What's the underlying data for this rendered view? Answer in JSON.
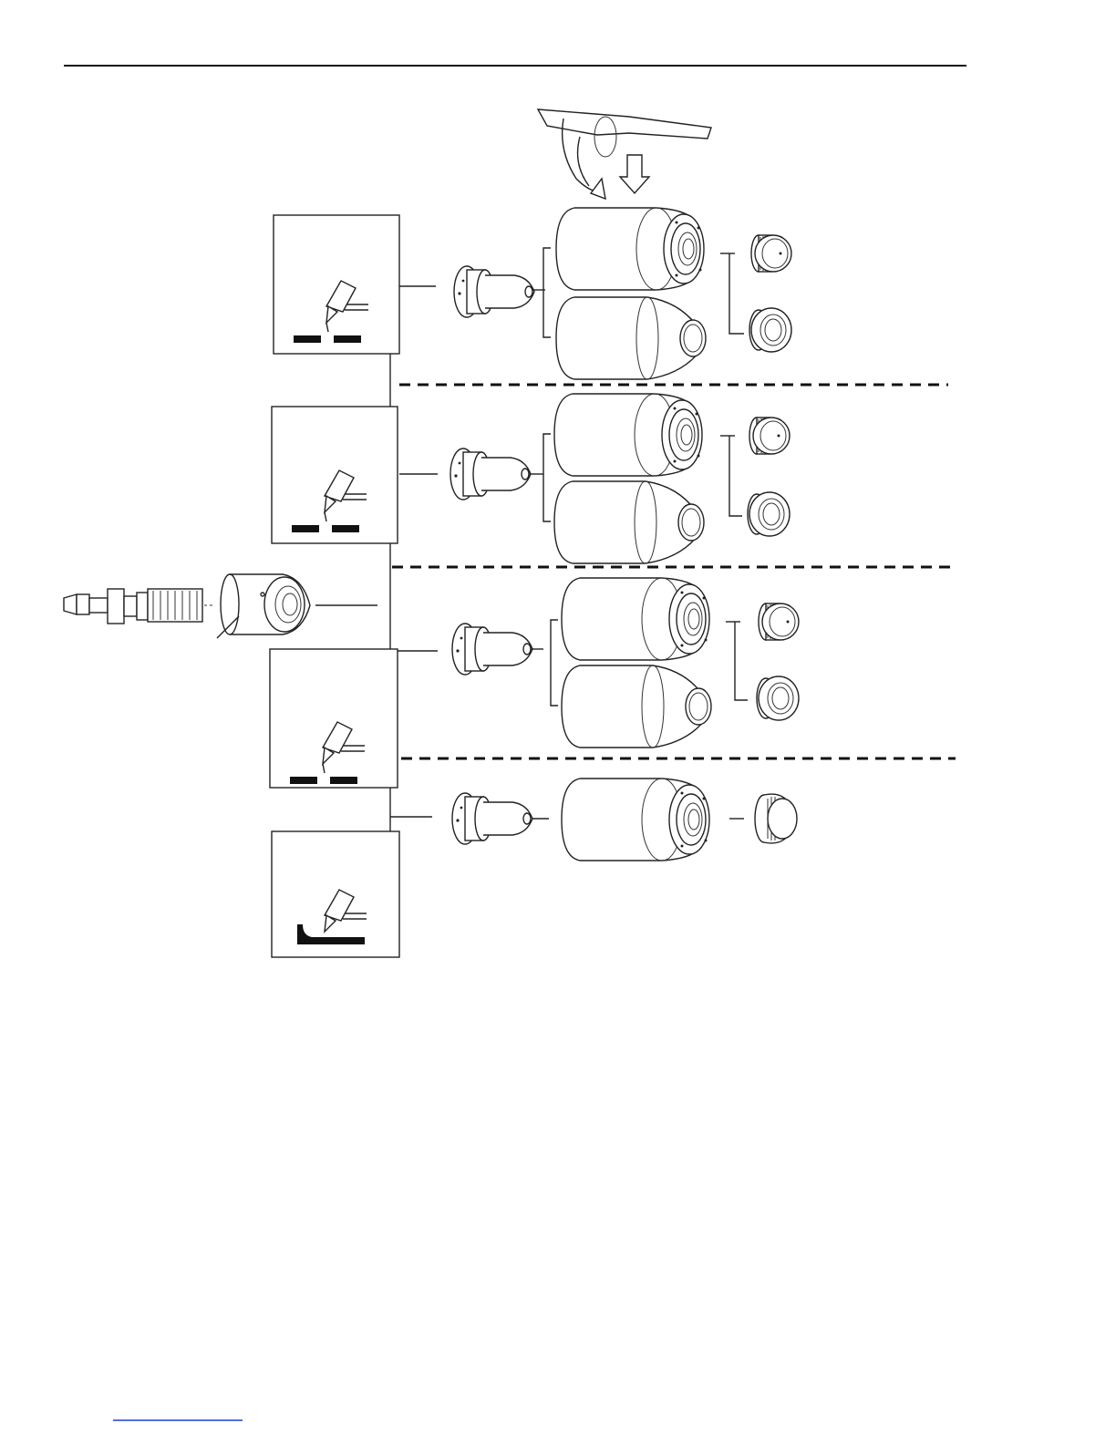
{
  "diagram": {
    "title": "",
    "process_rows": [
      {
        "id": "row-1",
        "icon": "marking-process-icon",
        "consumables": [
          "electrode",
          "nozzle",
          "shield-cap",
          "shield-ring"
        ]
      },
      {
        "id": "row-2",
        "icon": "marking-process-icon",
        "consumables": [
          "electrode",
          "nozzle",
          "shield-cap",
          "shield-ring"
        ]
      },
      {
        "id": "row-3",
        "icon": "marking-process-icon",
        "consumables": [
          "electrode",
          "nozzle",
          "shield-cap",
          "shield-ring"
        ]
      },
      {
        "id": "row-4",
        "icon": "gouging-process-icon",
        "consumables": [
          "electrode",
          "nozzle",
          "shield"
        ]
      }
    ],
    "torch_parts": [
      "torch-body-icon",
      "retaining-cap-icon"
    ],
    "tool": "consumable-removal-tool-icon",
    "arrow": "down-arrow-icon"
  },
  "colors": {
    "line": "#222222",
    "fill": "#ffffff",
    "black": "#111111"
  }
}
